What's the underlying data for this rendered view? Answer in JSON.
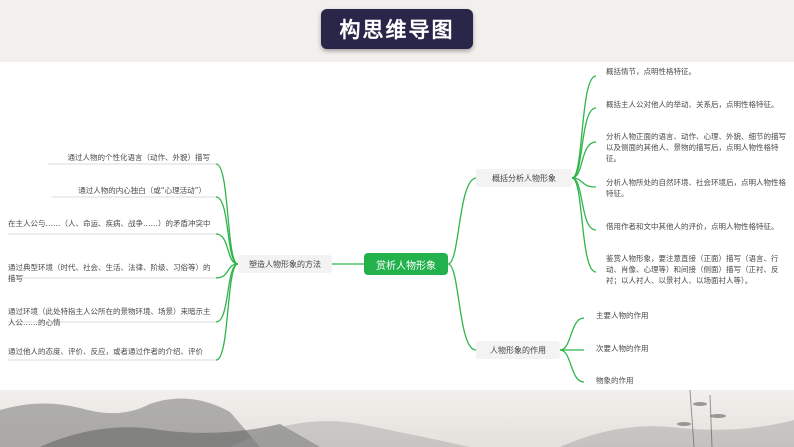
{
  "title": "构思维导图",
  "center": "赏析人物形象",
  "left_branch": {
    "label": "塑造人物形象的方法",
    "items": [
      "通过人物的个性化语言（动作、外貌）描写",
      "通过人物的内心独白（或“心理活动”）",
      "在主人公与……（人、命运、疾病、战争……）的矛盾冲突中",
      "通过典型环境（时代、社会、生活、法律、阶级、习俗等）的描写",
      "通过环境（此处特指主人公所在的景物环境、场景）来暗示主人公……的心情",
      "通过他人的态度、评价、反应，或者通过作者的介绍、评价"
    ]
  },
  "right_top_branch": {
    "label": "概括分析人物形象",
    "items": [
      "概括情节，点明性格特征。",
      "概括主人公对他人的举动、关系后，点明性格特征。",
      "分析人物正面的语言、动作、心理、外貌、细节的描写以及侧面的其他人、景物的描写后，点明人物性格特征。",
      "分析人物所处的自然环境、社会环境后，点明人物性格特征。",
      "借用作者和文中其他人的评价，点明人物性格特征。",
      "鉴赏人物形象，要注意直接（正面）描写（语言、行动、肖像、心理等）和间接（侧面）描写（正衬、反衬；以人衬人、以景衬人、以场面衬人等）。"
    ]
  },
  "right_bottom_branch": {
    "label": "人物形象的作用",
    "items": [
      "主要人物的作用",
      "次要人物的作用",
      "物象的作用"
    ]
  },
  "colors": {
    "branch": "#2fb54a",
    "center": "#22b14c",
    "title_bg": "#2a2649"
  }
}
